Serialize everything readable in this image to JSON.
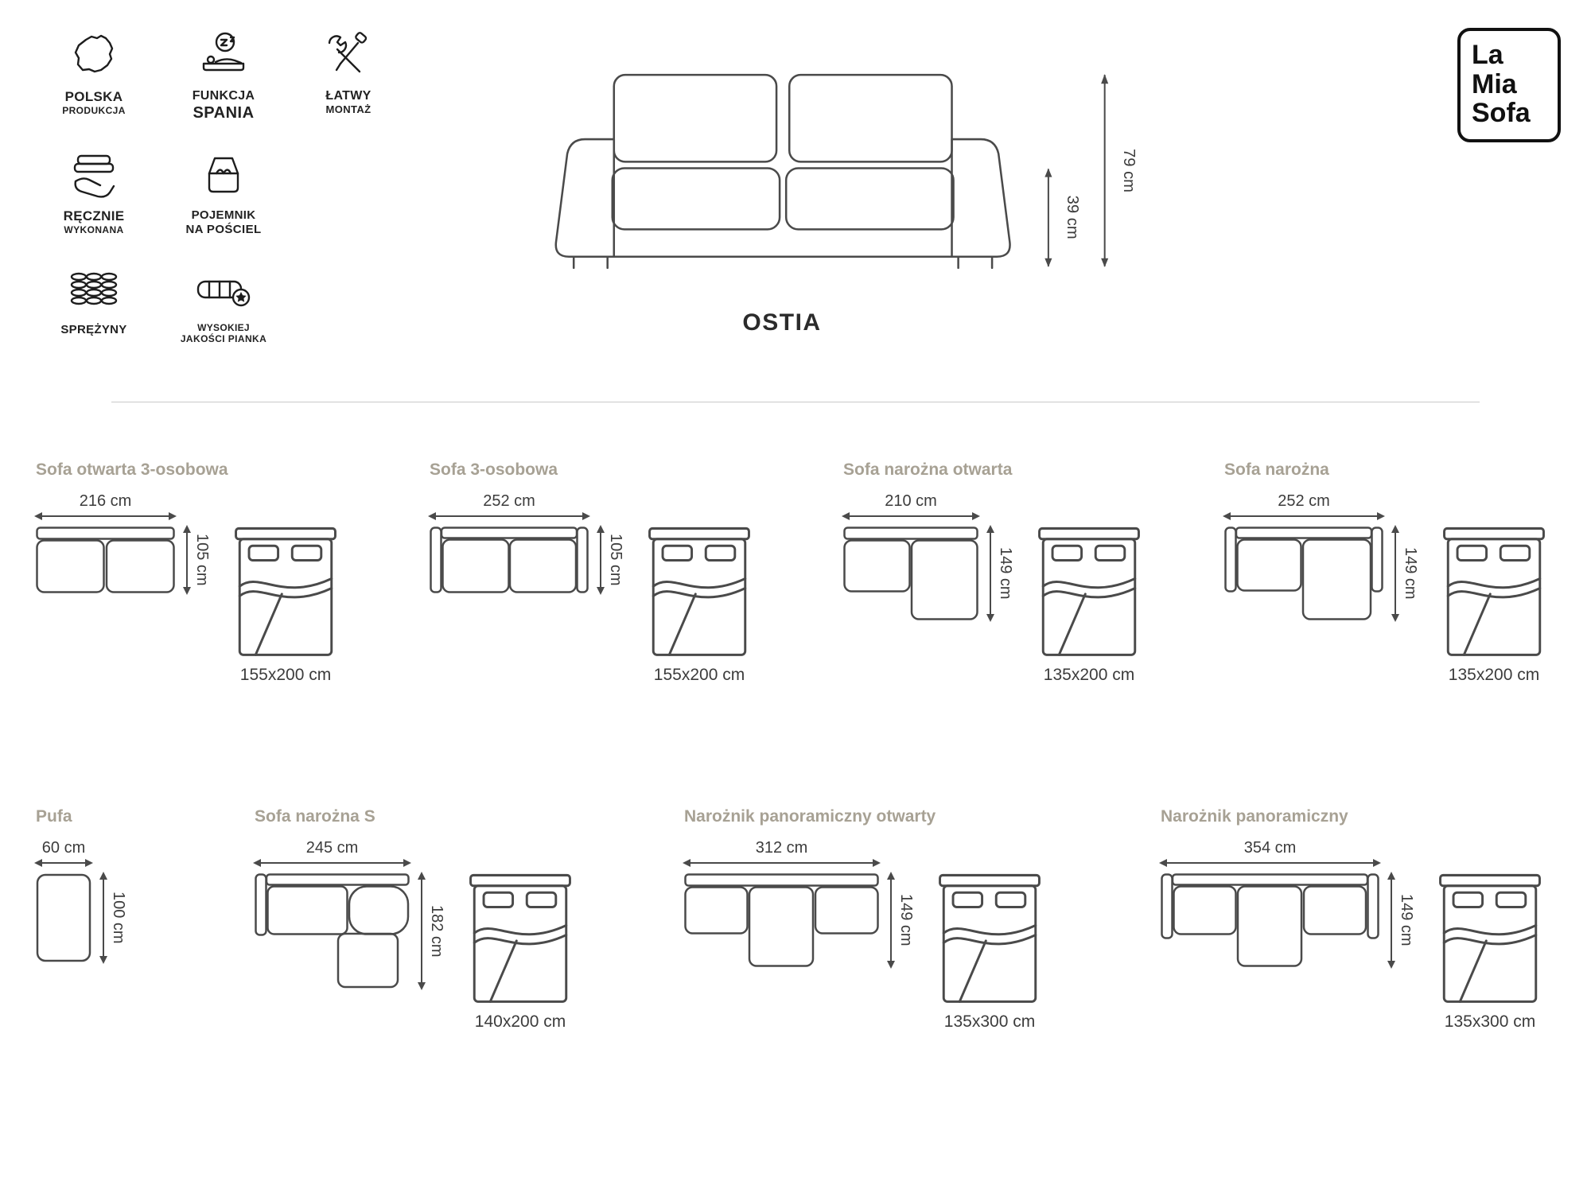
{
  "brand": {
    "line1": "La",
    "line2": "Mia",
    "line3": "Sofa"
  },
  "palette": {
    "line_color": "#4a4a4a",
    "title_color": "#a7a194",
    "dimension_color": "#3c3c3c"
  },
  "features": [
    {
      "label_top": "POLSKA",
      "label_bottom": "PRODUKCJA"
    },
    {
      "label_top": "FUNKCJA",
      "label_bottom": "SPANIA"
    },
    {
      "label_top": "ŁATWY",
      "label_bottom": "MONTAŻ"
    },
    {
      "label_top": "RĘCZNIE",
      "label_bottom": "WYKONANA"
    },
    {
      "label_top": "POJEMNIK",
      "label_bottom": "NA POŚCIEL"
    },
    {
      "label_top": "SPRĘŻYNY",
      "label_bottom": ""
    },
    {
      "label_top": "WYSOKIEJ",
      "label_bottom": "JAKOŚCI PIANKA"
    }
  ],
  "hero": {
    "model_name": "OSTIA",
    "total_height": "79 cm",
    "seat_height": "39 cm"
  },
  "configurations": [
    {
      "title": "Sofa otwarta 3-osobowa",
      "width": "216 cm",
      "depth": "105 cm",
      "bed": "155x200 cm"
    },
    {
      "title": "Sofa 3-osobowa",
      "width": "252 cm",
      "depth": "105 cm",
      "bed": "155x200 cm"
    },
    {
      "title": "Sofa narożna otwarta",
      "width": "210 cm",
      "depth": "149 cm",
      "bed": "135x200 cm"
    },
    {
      "title": "Sofa narożna",
      "width": "252 cm",
      "depth": "149 cm",
      "bed": "135x200 cm"
    },
    {
      "title": "Pufa",
      "width": "60 cm",
      "depth": "100 cm"
    },
    {
      "title": "Sofa narożna S",
      "width": "245 cm",
      "depth": "182 cm",
      "bed": "140x200 cm"
    },
    {
      "title": "Narożnik panoramiczny otwarty",
      "width": "312 cm",
      "depth": "149 cm",
      "bed": "135x300 cm"
    },
    {
      "title": "Narożnik panoramiczny",
      "width": "354 cm",
      "depth": "149 cm",
      "bed": "135x300 cm"
    }
  ]
}
